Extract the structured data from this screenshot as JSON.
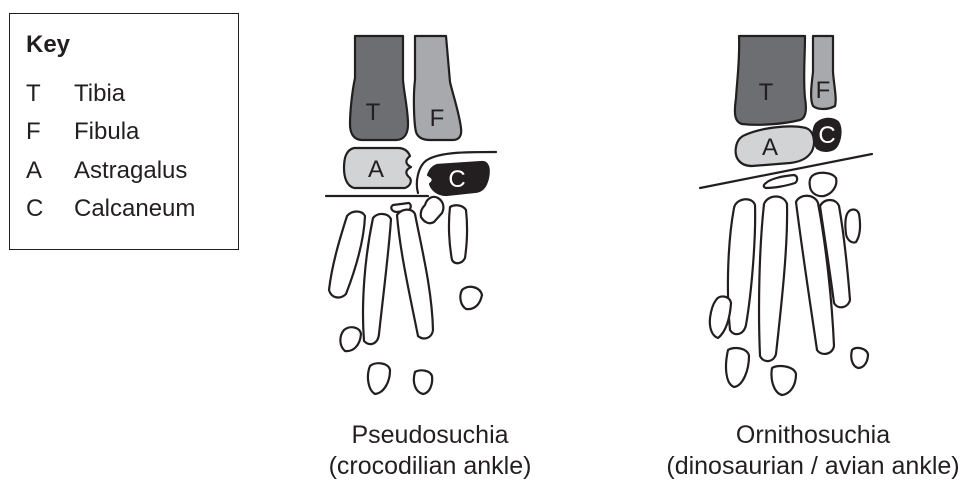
{
  "key": {
    "title": "Key",
    "items": [
      {
        "abbr": "T",
        "name": "Tibia"
      },
      {
        "abbr": "F",
        "name": "Fibula"
      },
      {
        "abbr": "A",
        "name": "Astragalus"
      },
      {
        "abbr": "C",
        "name": "Calcaneum"
      }
    ]
  },
  "left": {
    "labels": {
      "tibia": "T",
      "fibula": "F",
      "astragalus": "A",
      "calcaneum": "C"
    },
    "caption_line1": "Pseudosuchia",
    "caption_line2": "(crocodilian ankle)"
  },
  "right": {
    "labels": {
      "tibia": "T",
      "fibula": "F",
      "astragalus": "A",
      "calcaneum": "C"
    },
    "caption_line1": "Ornithosuchia",
    "caption_line2": "(dinosaurian / avian ankle)"
  },
  "colors": {
    "tibia": "#6d6e71",
    "fibula": "#a7a9ac",
    "astragalus": "#d1d3d4",
    "calcaneum": "#231f20",
    "outline": "#231f20"
  }
}
